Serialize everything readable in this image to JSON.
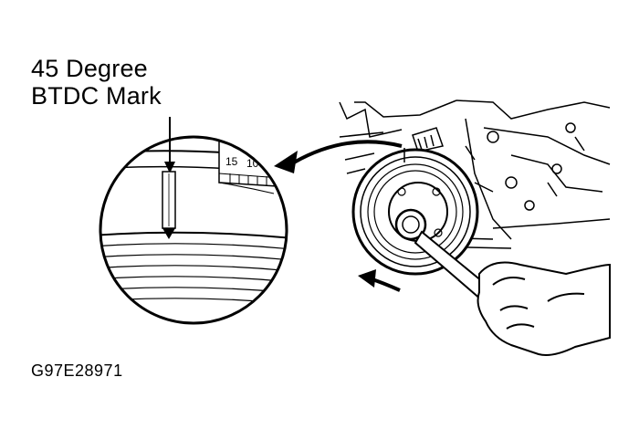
{
  "callout": {
    "line1": "45 Degree",
    "line2": "BTDC Mark"
  },
  "scale_marks": [
    "15",
    "10"
  ],
  "figure_id": "G97E28971",
  "colors": {
    "ink": "#000000",
    "paper": "#ffffff",
    "shade": "#d9d9d9"
  },
  "icons": [
    "callout-arrow-icon",
    "rotation-arrow-icon",
    "mark-arrow-icon"
  ]
}
